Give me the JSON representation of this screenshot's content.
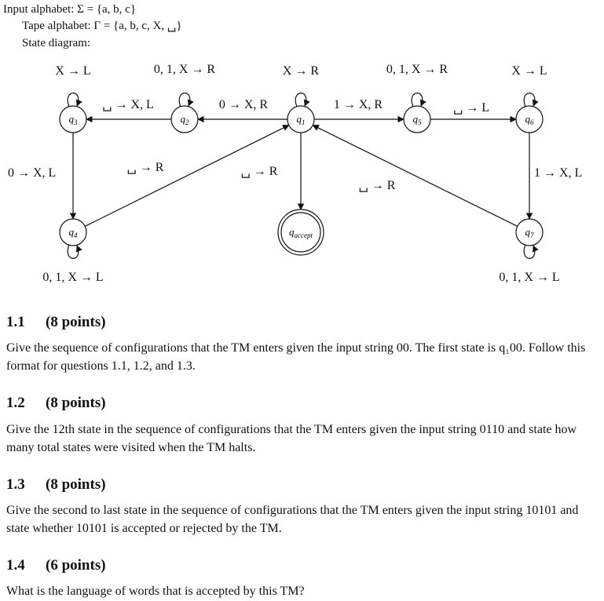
{
  "header": {
    "input_alphabet": "Input alphabet: Σ = {a, b, c}",
    "tape_alphabet": "Tape alphabet: Γ = {a, b, c, X, ␣}",
    "state_diagram": "State diagram:"
  },
  "diagram": {
    "states": [
      {
        "id": "q3",
        "label": "q",
        "sub": "3",
        "accept": false
      },
      {
        "id": "q2",
        "label": "q",
        "sub": "2",
        "accept": false
      },
      {
        "id": "q1",
        "label": "q",
        "sub": "1",
        "accept": false
      },
      {
        "id": "q5",
        "label": "q",
        "sub": "5",
        "accept": false
      },
      {
        "id": "q6",
        "label": "q",
        "sub": "6",
        "accept": false
      },
      {
        "id": "q4",
        "label": "q",
        "sub": "4",
        "accept": false
      },
      {
        "id": "qaccept",
        "label": "q",
        "sub": "accept",
        "accept": true
      },
      {
        "id": "q7",
        "label": "q",
        "sub": "7",
        "accept": false
      }
    ],
    "transitions": [
      {
        "from": "q3",
        "to": "q3",
        "label": "X → L"
      },
      {
        "from": "q2",
        "to": "q2",
        "label": "0, 1, X → R"
      },
      {
        "from": "q1",
        "to": "q1",
        "label": "X → R"
      },
      {
        "from": "q5",
        "to": "q5",
        "label": "0, 1, X → R"
      },
      {
        "from": "q6",
        "to": "q6",
        "label": "X → L"
      },
      {
        "from": "q2",
        "to": "q3",
        "label": "␣ → X, L"
      },
      {
        "from": "q1",
        "to": "q2",
        "label": "0 → X, R"
      },
      {
        "from": "q1",
        "to": "q5",
        "label": "1 → X, R"
      },
      {
        "from": "q5",
        "to": "q6",
        "label": "␣ → L"
      },
      {
        "from": "q3",
        "to": "q4",
        "label": "0 → X, L"
      },
      {
        "from": "q4",
        "to": "q1",
        "label": "␣ → R"
      },
      {
        "from": "q1",
        "to": "qaccept",
        "label": "␣ → R"
      },
      {
        "from": "q7",
        "to": "q1",
        "label": "␣ → R"
      },
      {
        "from": "q6",
        "to": "q7",
        "label": "1 → X, L"
      },
      {
        "from": "q4",
        "to": "q4",
        "label": "0, 1, X → L"
      },
      {
        "from": "q7",
        "to": "q7",
        "label": "0, 1, X → L"
      }
    ]
  },
  "sections": [
    {
      "number": "1.1",
      "points": "(8 points)",
      "body": "Give the sequence of configurations that the TM enters given the input string 00. The first state is q₁00. Follow this format for questions 1.1, 1.2, and 1.3."
    },
    {
      "number": "1.2",
      "points": "(8 points)",
      "body": "Give the 12th state in the sequence of configurations that the TM enters given the input string 0110 and state how many total states were visited when the TM halts."
    },
    {
      "number": "1.3",
      "points": "(8 points)",
      "body": "Give the second to last state in the sequence of configurations that the TM enters given the input string 10101 and state whether 10101 is accepted or rejected by the TM."
    },
    {
      "number": "1.4",
      "points": "(6 points)",
      "body": "What is the language of words that is accepted by this TM?"
    }
  ]
}
